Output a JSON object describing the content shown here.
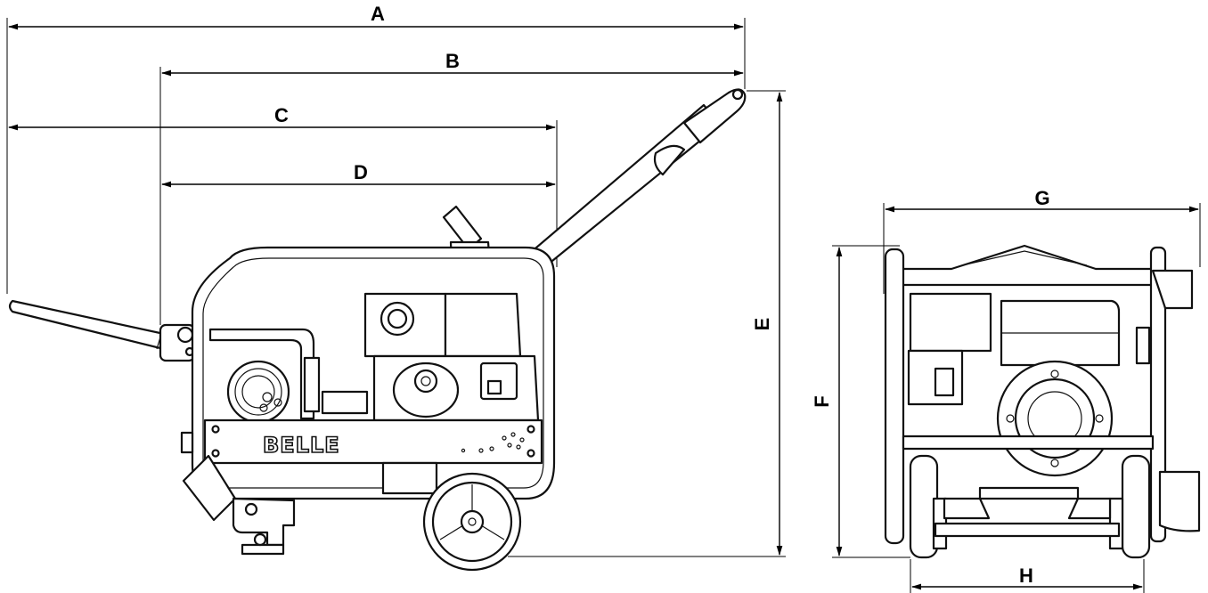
{
  "brand": "BELLE",
  "dimensions": {
    "A": "A",
    "B": "B",
    "C": "C",
    "D": "D",
    "E": "E",
    "F": "F",
    "G": "G",
    "H": "H"
  }
}
